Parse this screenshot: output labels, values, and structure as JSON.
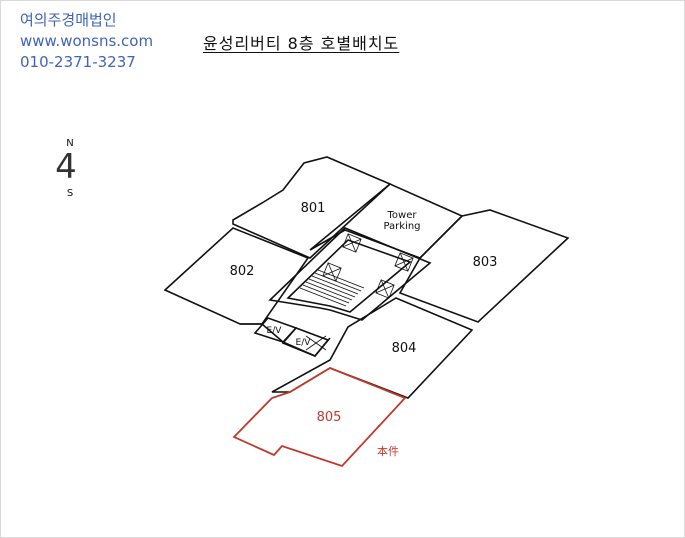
{
  "company": {
    "name": "여의주경매법인",
    "website": "www.wonsns.com",
    "phone": "010-2371-3237"
  },
  "title": "윤성리버티 8층 호별배치도",
  "compass": {
    "north": "N",
    "south": "S",
    "mark": "4"
  },
  "units": {
    "u801": "801",
    "u802": "802",
    "u803": "803",
    "u804": "804",
    "u805": "805"
  },
  "tower_parking": {
    "line1": "Tower",
    "line2": "Parking"
  },
  "elevators": {
    "ev1": "E/V",
    "ev2": "E/V"
  },
  "subject_label": "本件",
  "colors": {
    "brand": "#3f64b9",
    "subject": "#c0392b",
    "line": "#111111"
  }
}
